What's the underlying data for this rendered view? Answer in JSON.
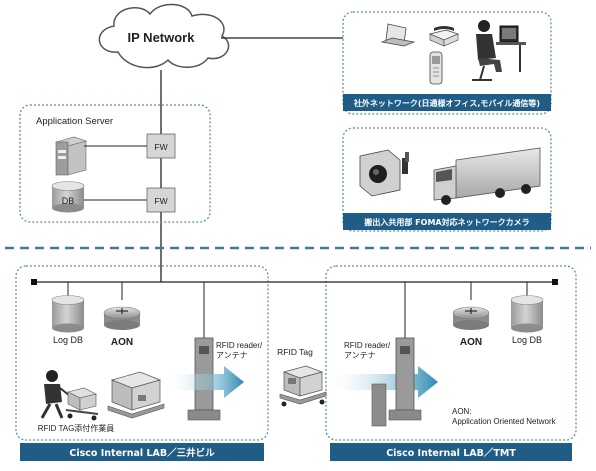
{
  "cloud": {
    "label": "IP Network"
  },
  "app_server": {
    "title": "Application Server",
    "db": "DB",
    "fw1": "FW",
    "fw2": "FW"
  },
  "external": {
    "caption": "社外ネットワーク(日通様オフィス,モバイル通信等)"
  },
  "camera": {
    "caption": "搬出入共用部 FOMA対応ネットワークカメラ"
  },
  "lab_left": {
    "title": "Cisco Internal LAB／三井ビル",
    "log_db": "Log DB",
    "aon": "AON",
    "rfid_reader": [
      "RFID reader/",
      "アンテナ"
    ],
    "worker": "RFID TAG添付作業員"
  },
  "middle": {
    "rfid_tag": "RFID Tag"
  },
  "lab_right": {
    "title": "Cisco Internal LAB／TMT",
    "rfid_reader": [
      "RFID reader/",
      "アンテナ"
    ],
    "aon": "AON",
    "log_db": "Log DB",
    "aon_note": [
      "AON:",
      "Application Oriented Network"
    ]
  },
  "colors": {
    "label_bg": "#1f5c86",
    "dotted": "#5f8fa9",
    "teal_dash": "#3f7f8b",
    "arrow": "#2a8ab0"
  }
}
